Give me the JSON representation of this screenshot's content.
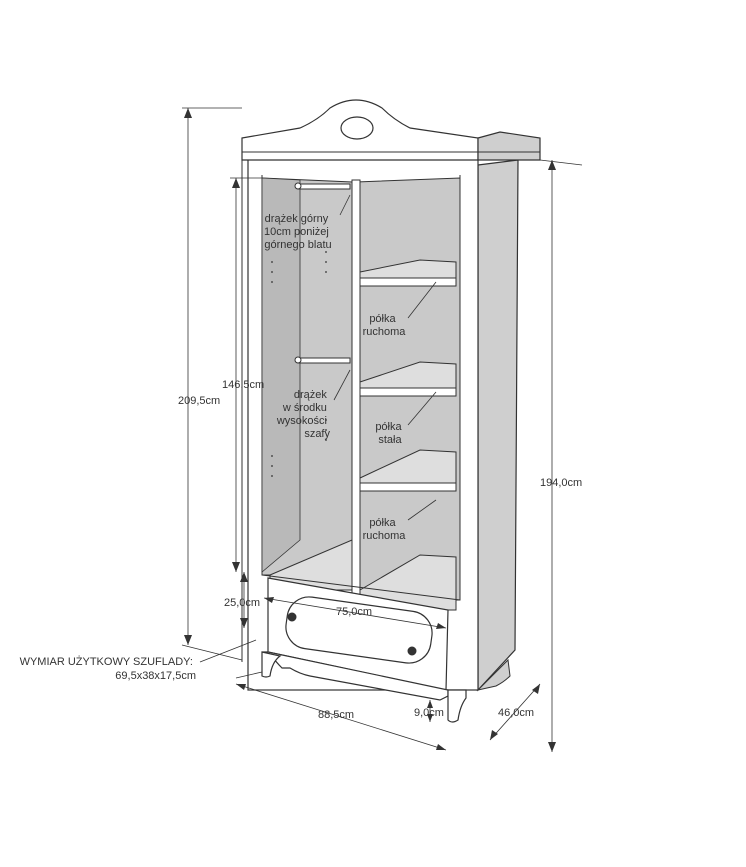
{
  "colors": {
    "outline": "#333333",
    "interior": "#c9c9c9",
    "interior_dark": "#b9b9b9",
    "interior_light": "#dedede",
    "side": "#cfcfcf",
    "body": "#ffffff",
    "text": "#333333"
  },
  "labels": {
    "rod_top": [
      "drążek górny",
      "10cm poniżej",
      "górnego blatu"
    ],
    "rod_middle": [
      "drążek",
      "w środku",
      "wysokości",
      "szafy"
    ],
    "shelf_movable_1": [
      "półka",
      "ruchoma"
    ],
    "shelf_fixed": [
      "półka",
      "stała"
    ],
    "shelf_movable_2": [
      "półka",
      "ruchoma"
    ],
    "drawer_caption": [
      "WYMIAR UŻYTKOWY SZUFLADY:",
      "69,5x38x17,5cm"
    ]
  },
  "dimensions": {
    "total_height": "209,5cm",
    "interior_height": "146,5cm",
    "body_height": "194,0cm",
    "drawer_height": "25,0cm",
    "interior_width": "75,0cm",
    "total_width": "88,5cm",
    "foot_height": "9,0cm",
    "depth": "46,0cm"
  }
}
